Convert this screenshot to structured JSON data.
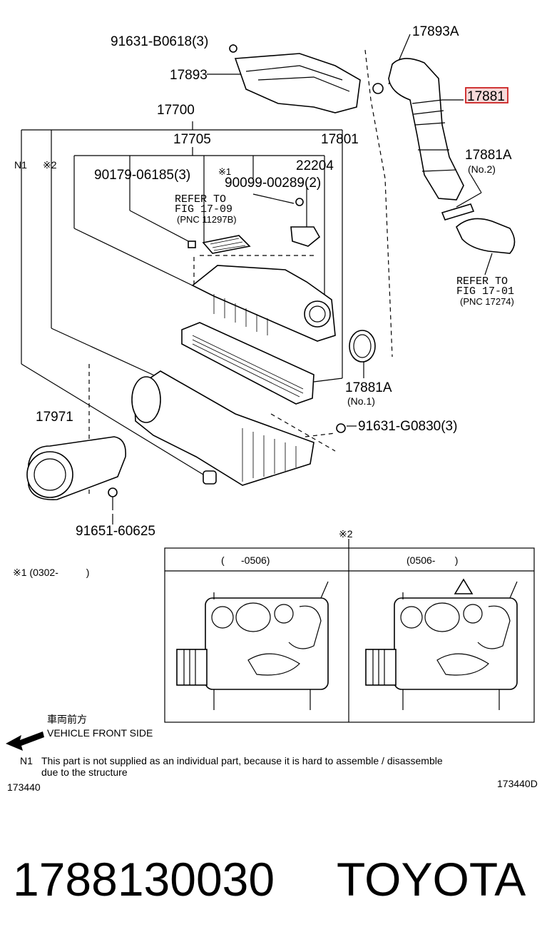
{
  "labels": {
    "p91631_b0618": "91631-B0618(3)",
    "p17893a": "17893A",
    "p17893": "17893",
    "p17881_highlight": "17881",
    "p17700": "17700",
    "p17705": "17705",
    "p17801": "17801",
    "n1": "N1",
    "x2_left": "※2",
    "p90179": "90179-06185(3)",
    "x1_marker": "※1",
    "p90099": "90099-00289(2)",
    "p22204": "22204",
    "p17881a_top": "17881A",
    "no2": "(No.2)",
    "refer_to_1": "REFER TO",
    "fig_1709": "FIG 17-09",
    "pnc_11297b": "(PNC 11297B)",
    "refer_to_2": "REFER TO",
    "fig_1701": "FIG 17-01",
    "pnc_17274": "(PNC 17274)",
    "p17881a_bottom": "17881A",
    "no1": "(No.1)",
    "p91631_g0830": "91631-G0830(3)",
    "p17971": "17971",
    "p91651": "91651-60625",
    "x2_box": "※2",
    "x1_note": "※1 (0302-          )",
    "box_left_title": "(      -0506)",
    "box_right_title": "(0506-       )",
    "vehicle_front_jp": "車両前方",
    "vehicle_front_en": "VEHICLE FRONT SIDE",
    "n1_note_key": "N1",
    "n1_note_line1": "This part is not supplied as an individual part, because it is hard to assemble / disassemble",
    "n1_note_line2": "due to the structure",
    "code_left": "173440",
    "code_right": "173440D"
  },
  "footer": {
    "part_number": "1788130030",
    "brand": "TOYOTA"
  },
  "colors": {
    "highlight_border": "#cc2222",
    "highlight_fill": "#f6d9d9",
    "line": "#000000"
  }
}
